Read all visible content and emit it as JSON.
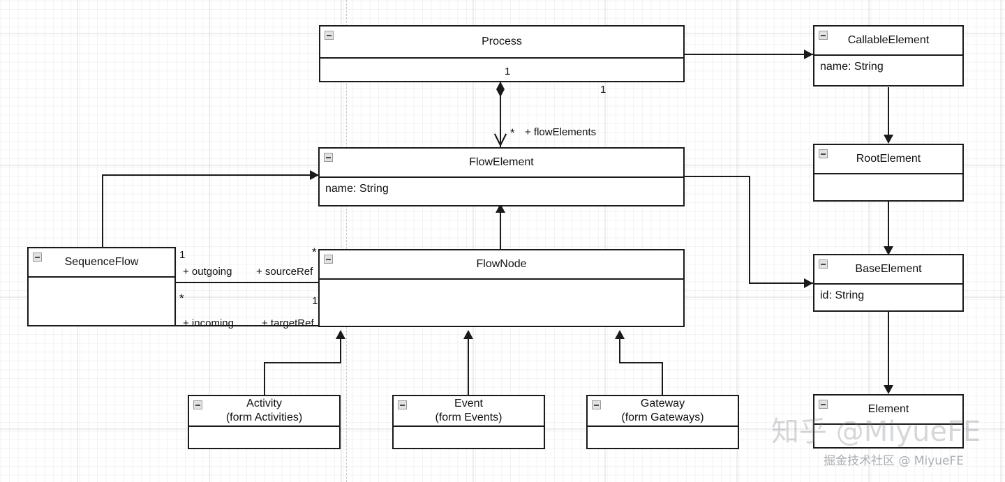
{
  "diagram": {
    "type": "uml-class-diagram",
    "title": "BPMN meta-model class diagram",
    "classes": [
      {
        "id": "process",
        "name": "Process",
        "attributes": "",
        "collapse_icon": "collapse-minus-icon"
      },
      {
        "id": "callable-element",
        "name": "CallableElement",
        "attributes": "name: String",
        "collapse_icon": "collapse-minus-icon"
      },
      {
        "id": "flow-element",
        "name": "FlowElement",
        "attributes": "name: String",
        "collapse_icon": "collapse-minus-icon"
      },
      {
        "id": "root-element",
        "name": "RootElement",
        "attributes": "",
        "collapse_icon": "collapse-minus-icon"
      },
      {
        "id": "sequence-flow",
        "name": "SequenceFlow",
        "attributes": "",
        "collapse_icon": "collapse-minus-icon"
      },
      {
        "id": "flow-node",
        "name": "FlowNode",
        "attributes": "",
        "collapse_icon": "collapse-minus-icon"
      },
      {
        "id": "base-element",
        "name": "BaseElement",
        "attributes": "id: String",
        "collapse_icon": "collapse-minus-icon"
      },
      {
        "id": "activity",
        "name": "Activity\n(form Activities)",
        "attributes": "",
        "collapse_icon": "collapse-minus-icon"
      },
      {
        "id": "event",
        "name": "Event\n(form Events)",
        "attributes": "",
        "collapse_icon": "collapse-minus-icon"
      },
      {
        "id": "gateway",
        "name": "Gateway\n(form Gateways)",
        "attributes": "",
        "collapse_icon": "collapse-minus-icon"
      },
      {
        "id": "element",
        "name": "Element",
        "attributes": "",
        "collapse_icon": "collapse-minus-icon"
      }
    ],
    "labels": {
      "process_mult_left": "1",
      "process_mult_right": "1",
      "flow_elements_mult": "*",
      "flow_elements_role": "+ flowElements",
      "outgoing_mult": "1",
      "outgoing_role": "+ outgoing",
      "source_ref_mult": "*",
      "source_ref_role": "+ sourceRef",
      "incoming_mult": "*",
      "incoming_role": "+ incoming",
      "target_ref_mult": "1",
      "target_ref_role": "+ targetRef"
    },
    "relationships": [
      {
        "from": "Process",
        "to": "CallableElement",
        "kind": "generalization"
      },
      {
        "from": "Process",
        "to": "FlowElement",
        "kind": "composition",
        "source_mult": "1",
        "target_mult": "*",
        "target_role": "+ flowElements"
      },
      {
        "from": "CallableElement",
        "to": "RootElement",
        "kind": "generalization"
      },
      {
        "from": "RootElement",
        "to": "BaseElement",
        "kind": "generalization"
      },
      {
        "from": "BaseElement",
        "to": "Element",
        "kind": "generalization"
      },
      {
        "from": "FlowElement",
        "to": "BaseElement",
        "kind": "generalization"
      },
      {
        "from": "SequenceFlow",
        "to": "FlowElement",
        "kind": "generalization"
      },
      {
        "from": "FlowNode",
        "to": "FlowElement",
        "kind": "generalization"
      },
      {
        "from": "Activity",
        "to": "FlowNode",
        "kind": "generalization"
      },
      {
        "from": "Event",
        "to": "FlowNode",
        "kind": "generalization"
      },
      {
        "from": "Gateway",
        "to": "FlowNode",
        "kind": "generalization"
      },
      {
        "from": "SequenceFlow",
        "to": "FlowNode",
        "kind": "association",
        "source_mult": "1",
        "source_role": "+ outgoing",
        "target_mult": "*",
        "target_role": "+ sourceRef"
      },
      {
        "from": "SequenceFlow",
        "to": "FlowNode",
        "kind": "association",
        "source_mult": "*",
        "source_role": "+ incoming",
        "target_mult": "1",
        "target_role": "+ targetRef"
      }
    ]
  },
  "watermark": {
    "main": "知乎 @MiyueFE",
    "sub": "掘金技术社区 @ MiyueFE"
  },
  "colors": {
    "stroke": "#1a1a1a",
    "fill": "#ffffff",
    "grid_minor": "#c8c8cd",
    "grid_major": "#aaaab2"
  }
}
